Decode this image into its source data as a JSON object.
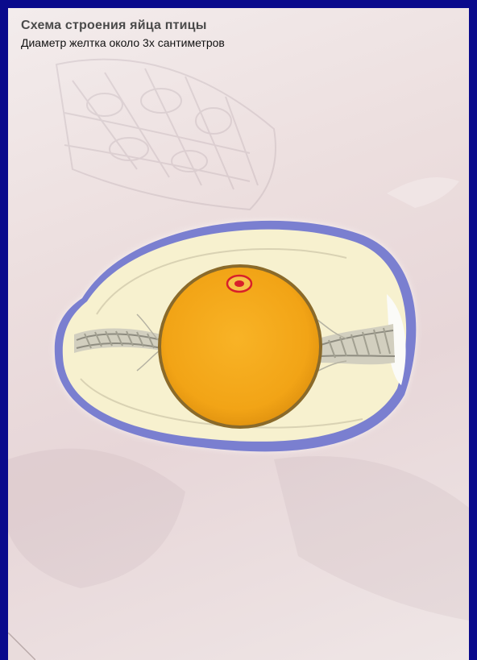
{
  "title": "Схема строения яйца птицы",
  "subtitle": "Диаметр желтка около 3х сантиметров",
  "colors": {
    "frame": "#0a0a8c",
    "shell_outline": "#7a7fd0",
    "albumen": "#f7f1cf",
    "yolk": "#f5a81a",
    "yolk_edge": "#8a6a2a",
    "germinal_disc": "#d8202a",
    "chalaza": "#b8b8a0"
  },
  "icons": {
    "background": "butterfly-wing-watermark",
    "corner": "page-curl-icon"
  }
}
